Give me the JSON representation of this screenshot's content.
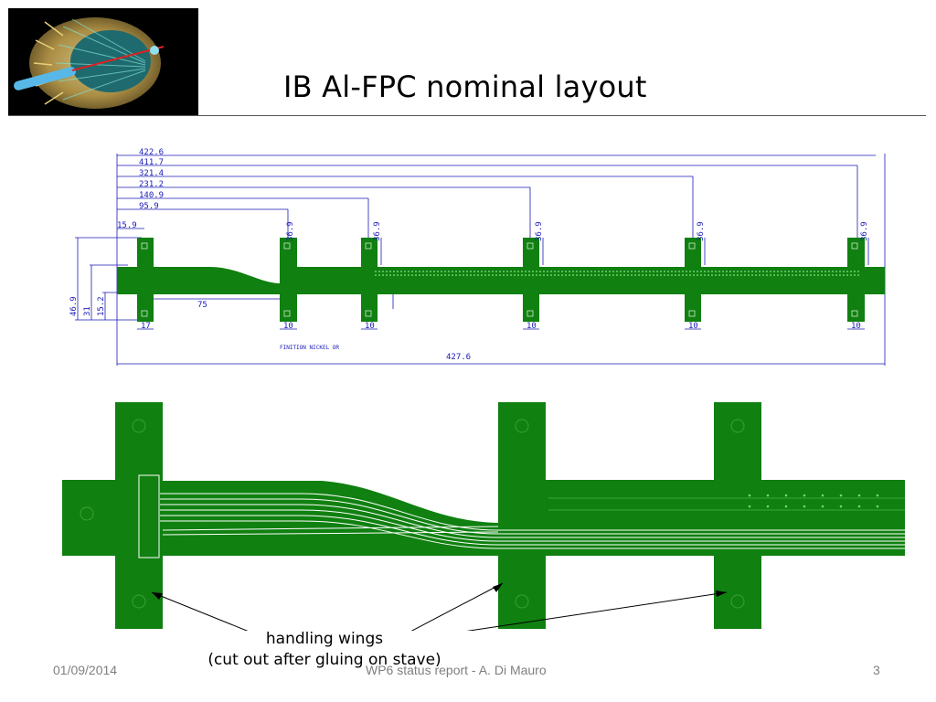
{
  "slide": {
    "title": "IB Al-FPC nominal layout",
    "caption_line1": "handling wings",
    "caption_line2": "(cut out after gluing on stave)",
    "footer_date": "01/09/2014",
    "footer_center": "WP6 status report - A. Di Mauro",
    "footer_page": "3"
  },
  "drawing": {
    "dims_top": [
      "422.6",
      "411.7",
      "321.4",
      "231.2",
      "140.9",
      "95.9"
    ],
    "dim_left_offset": "15.9",
    "wing_height": "36.9",
    "dims_left": [
      "46.9",
      "31",
      "15.2"
    ],
    "dim_75": "75",
    "dim_17": "17",
    "wing_width": "10",
    "finish_note": "FINITION NICKEL OR",
    "total_length": "427.6"
  },
  "colors": {
    "fpc_green": "#108010",
    "dimension_blue": "#1a1ab8",
    "trace_white": "#ffffff"
  }
}
